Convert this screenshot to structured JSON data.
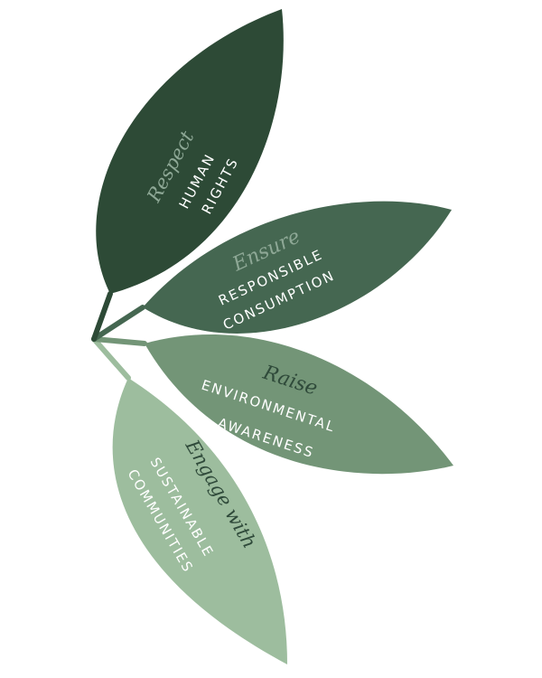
{
  "colors": {
    "background": "#ffffff",
    "leaf_1": "#2d4a36",
    "leaf_2": "#456751",
    "leaf_3": "#739577",
    "leaf_4": "#9dbd9e",
    "text_light": "#ffffff",
    "script_on_dark": "#8ea896",
    "script_on_light": "#2f4a3a"
  },
  "leaves": [
    {
      "script": "Respect",
      "caps_line_1": "HUMAN",
      "caps_line_2": "RIGHTS"
    },
    {
      "script": "Ensure",
      "caps_line_1": "RESPONSIBLE",
      "caps_line_2": "CONSUMPTION"
    },
    {
      "script": "Raise",
      "caps_line_1": "ENVIRONMENTAL",
      "caps_line_2": "AWARENESS"
    },
    {
      "script": "Engage with",
      "caps_line_1": "SUSTAINABLE",
      "caps_line_2": "COMMUNITIES"
    }
  ]
}
